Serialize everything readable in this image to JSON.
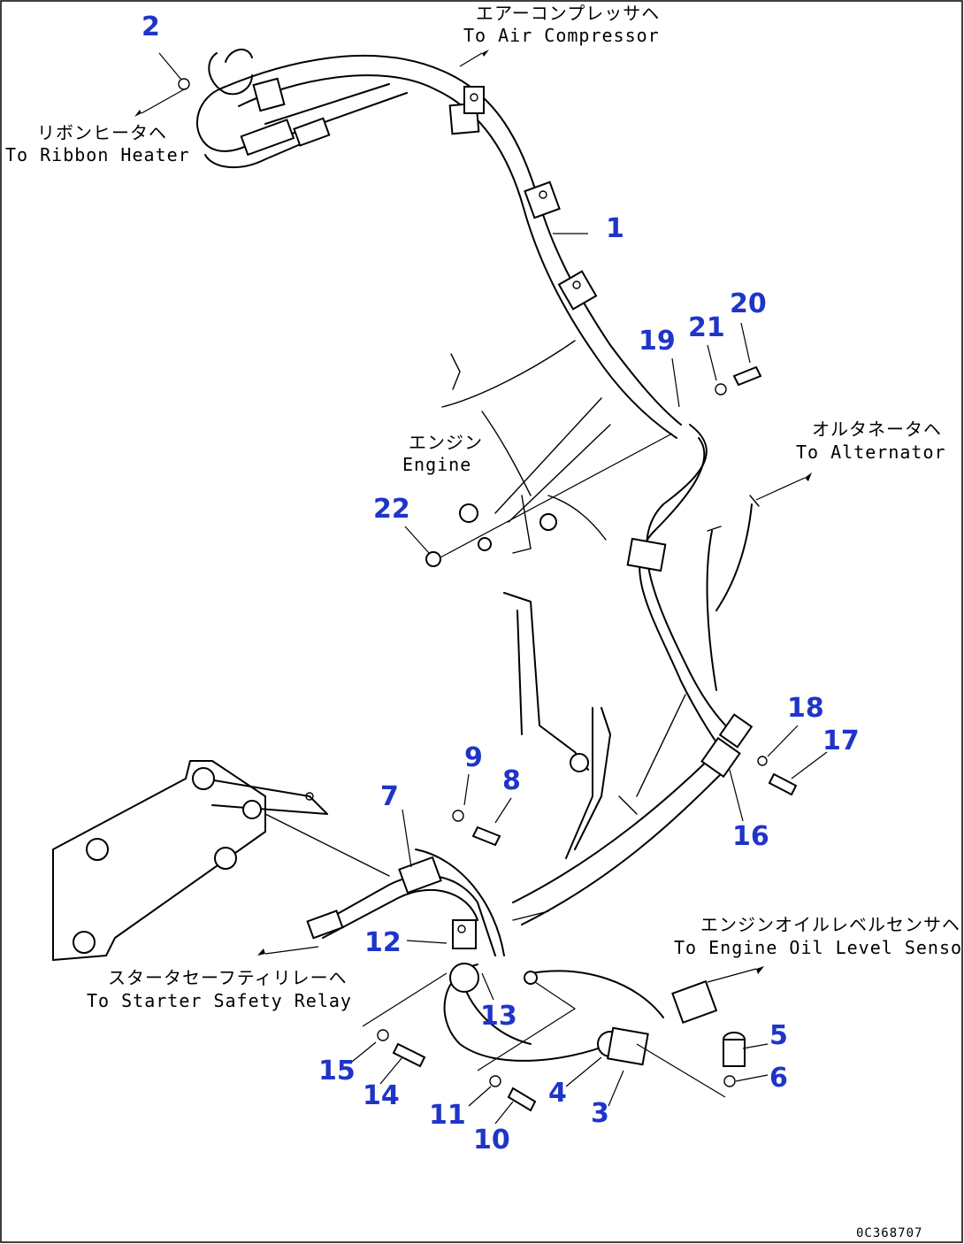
{
  "callouts": [
    "1",
    "2",
    "3",
    "4",
    "5",
    "6",
    "7",
    "8",
    "9",
    "10",
    "11",
    "12",
    "13",
    "14",
    "15",
    "16",
    "17",
    "18",
    "19",
    "20",
    "21",
    "22"
  ],
  "notes": {
    "air_compressor_jp": "エアーコンプレッサヘ",
    "air_compressor_en": "To Air Compressor",
    "ribbon_heater_jp": "リボンヒータヘ",
    "ribbon_heater_en": "To Ribbon Heater",
    "engine_jp": "エンジン",
    "engine_en": "Engine",
    "alternator_jp": "オルタネータヘ",
    "alternator_en": "To Alternator",
    "oil_level_jp": "エンジンオイルレベルセンサヘ",
    "oil_level_en": "To Engine Oil Level Sensor",
    "starter_jp": "スタータセーフティリレーヘ",
    "starter_en": "To Starter Safety Relay"
  },
  "drawing_code": "0C368707"
}
